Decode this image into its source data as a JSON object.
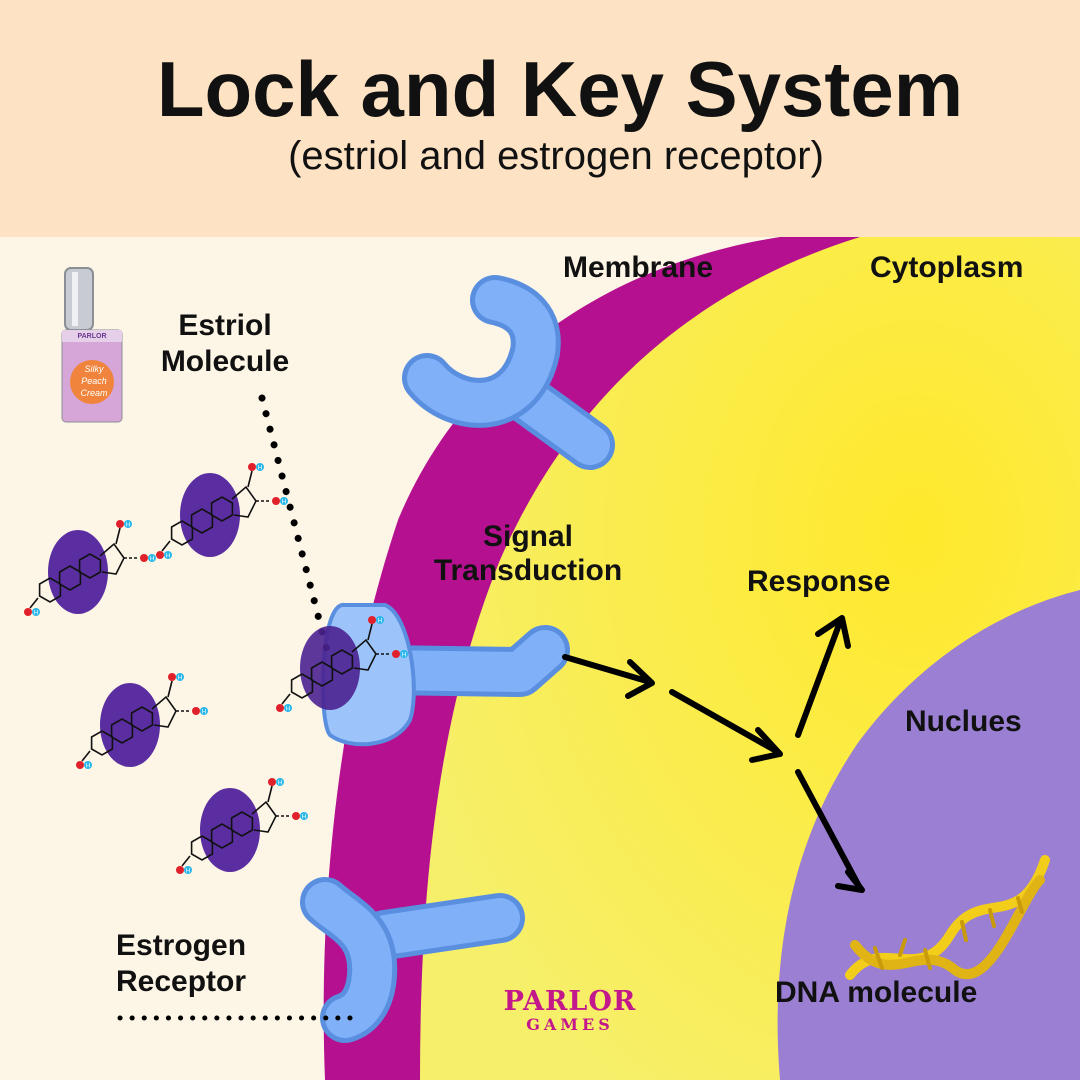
{
  "title": "Lock and Key System",
  "subtitle": "(estriol and estrogen receptor)",
  "labels": {
    "membrane": "Membrane",
    "cytoplasm": "Cytoplasm",
    "estriol_line1": "Estriol",
    "estriol_line2": "Molecule",
    "signal_line1": "Signal",
    "signal_line2": "Transduction",
    "response": "Response",
    "nucleus": "Nuclues",
    "receptor_line1": "Estrogen",
    "receptor_line2": "Receptor",
    "dna": "DNA molecule"
  },
  "product": {
    "brand": "PARLOR",
    "name_line1": "Silky",
    "name_line2": "Peach",
    "name_line3": "Cream"
  },
  "logo": {
    "line1": "PARLOR",
    "line2": "GAMES"
  },
  "atom_label": "H",
  "colors": {
    "header_bg": "#fde3c4",
    "background": "#fdf5e6",
    "membrane": "#b5108f",
    "cytoplasm": "#f9ea4c",
    "nucleus": "#9a7fd2",
    "receptor": "#7fb0f8",
    "molecule": "#5a2ea0",
    "logo": "#c2188c"
  }
}
